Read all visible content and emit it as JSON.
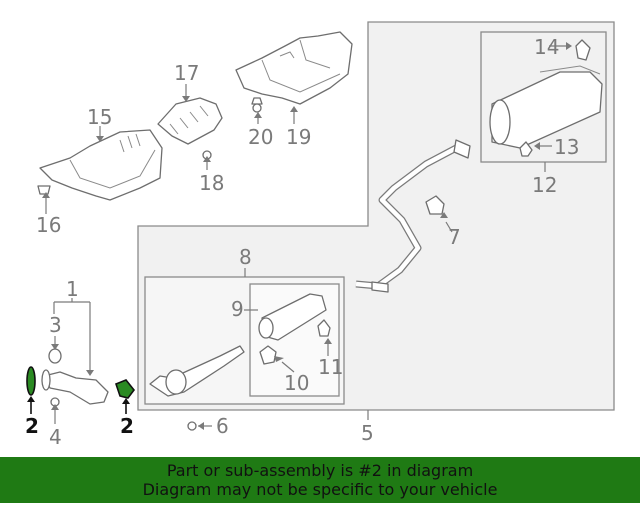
{
  "callouts": {
    "c1": "1",
    "c2a": "2",
    "c2b": "2",
    "c3": "3",
    "c4": "4",
    "c5": "5",
    "c6": "6",
    "c7": "7",
    "c8": "8",
    "c9": "9",
    "c10": "10",
    "c11": "11",
    "c12": "12",
    "c13": "13",
    "c14": "14",
    "c15": "15",
    "c16": "16",
    "c17": "17",
    "c18": "18",
    "c19": "19",
    "c20": "20"
  },
  "highlighted_part": "2",
  "colors": {
    "highlight": "#2a8a22",
    "banner": "#1f7a14"
  },
  "footer": {
    "line1": "Part or sub-assembly is #2 in diagram",
    "line2": "Diagram may not be specific to your vehicle"
  }
}
